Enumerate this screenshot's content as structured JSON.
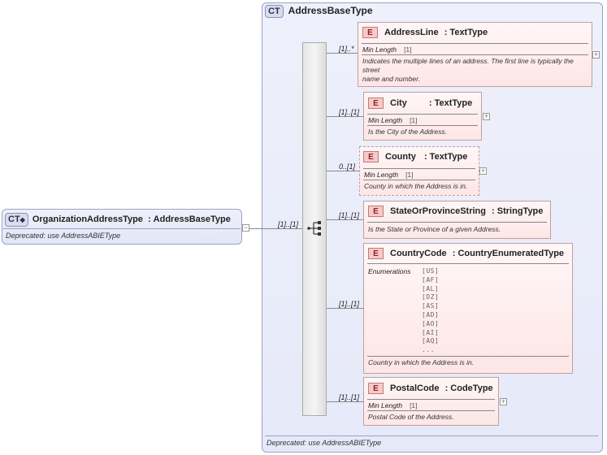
{
  "complex_type": {
    "tag": "CT",
    "name": "AddressBaseType",
    "footer": "Deprecated: use AddressABIEType"
  },
  "root": {
    "tag": "CT",
    "name": "OrganizationAddressType",
    "separator": ":",
    "base": "AddressBaseType",
    "doc": "Deprecated: use AddressABIEType",
    "occurrence": "[1]..[1]"
  },
  "elements": [
    {
      "tag": "E",
      "name": "AddressLine",
      "type": ": TextType",
      "occurrence": "[1]..*",
      "prop_label": "Min Length",
      "prop_value": "[1]",
      "doc_lines": [
        "Indicates the multiple lines of an address. The first line is typically the",
        "street",
        "name and number."
      ]
    },
    {
      "tag": "E",
      "name": "City",
      "type": ": TextType",
      "occurrence": "[1]..[1]",
      "prop_label": "Min Length",
      "prop_value": "[1]",
      "doc_lines": [
        "Is the City of the Address."
      ]
    },
    {
      "tag": "E",
      "name": "County",
      "type": ": TextType",
      "occurrence": "0..[1]",
      "prop_label": "Min Length",
      "prop_value": "[1]",
      "doc_lines": [
        "County in which the Address is in."
      ]
    },
    {
      "tag": "E",
      "name": "StateOrProvinceString",
      "type": ": StringType",
      "occurrence": "[1]..[1]",
      "doc_lines": [
        "Is the State or Province of a given Address."
      ]
    },
    {
      "tag": "E",
      "name": "CountryCode",
      "type": ": CountryEnumeratedType",
      "occurrence": "[1]..[1]",
      "prop_label": "Enumerations",
      "enum_values": [
        "[US]",
        "[AF]",
        "[AL]",
        "[DZ]",
        "[AS]",
        "[AD]",
        "[AO]",
        "[AI]",
        "[AQ]",
        "..."
      ],
      "doc_lines": [
        "Country in which the Address is in."
      ]
    },
    {
      "tag": "E",
      "name": "PostalCode",
      "type": ": CodeType",
      "occurrence": "[1]..[1]",
      "prop_label": "Min Length",
      "prop_value": "[1]",
      "doc_lines": [
        "Postal Code of the Address."
      ]
    }
  ],
  "icons": {
    "collapse": "minus-icon",
    "expand": "plus-icon",
    "sequence": "sequence-compositor-icon"
  },
  "colors": {
    "complex_type_fill": "#e6e9f8",
    "element_fill": "#fde6e6",
    "element_border": "#c0a0a0"
  }
}
